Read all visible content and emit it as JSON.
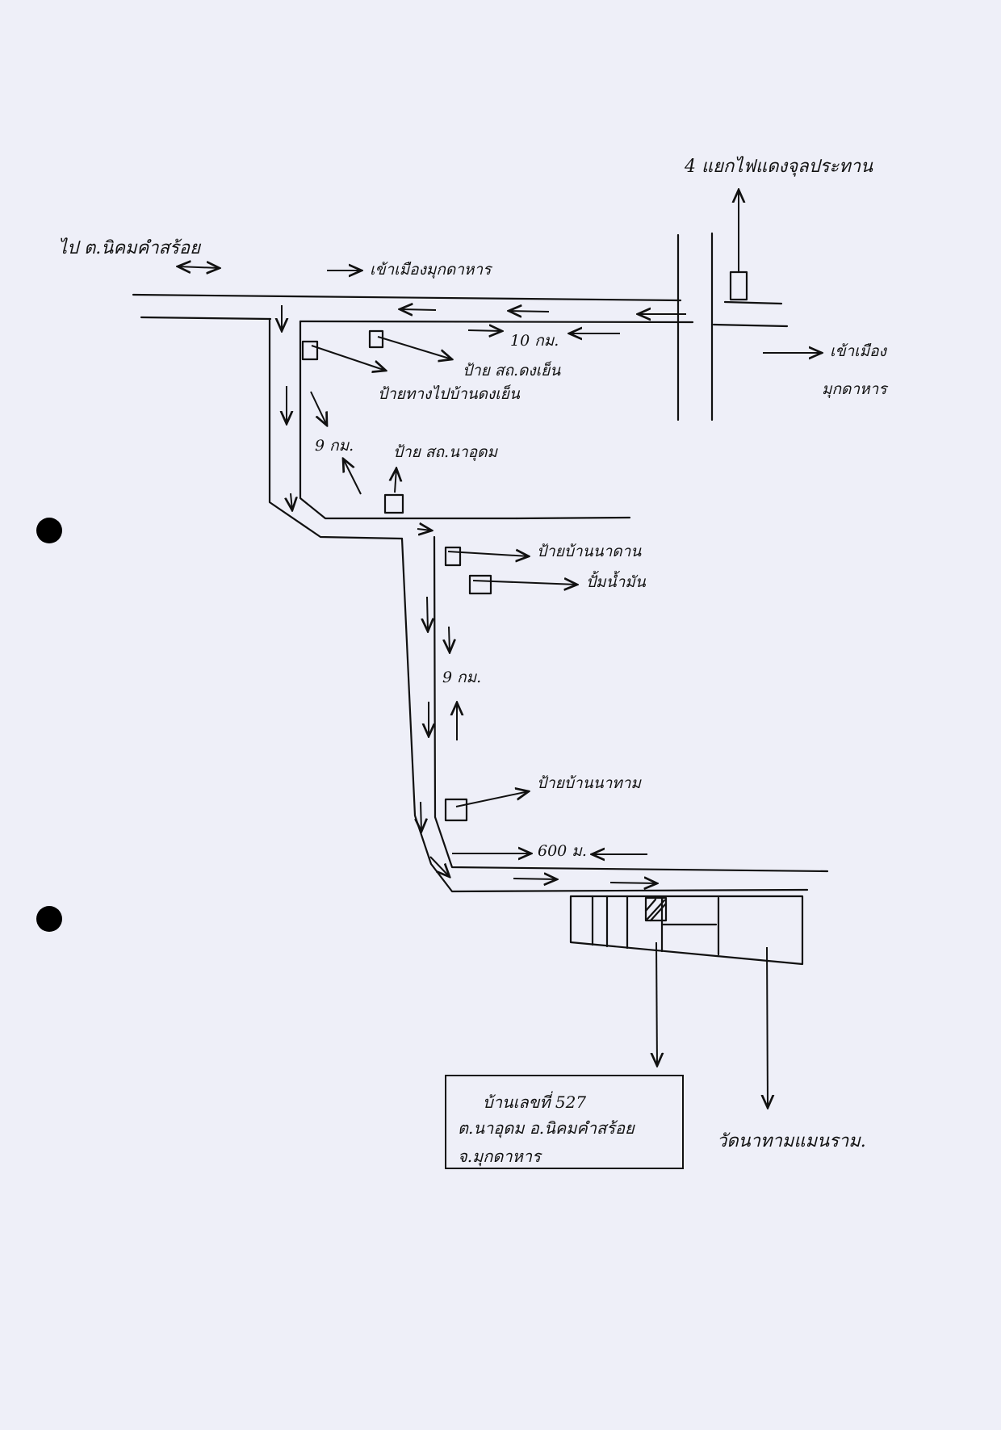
{
  "labels": {
    "top_right_junction": "4 แยกไฟแดงจุลประทาน",
    "to_tambon_nikhom": "ไป ต.นิคมคำสร้อย",
    "to_city_top": "เข้าเมืองมุกดาหาร",
    "to_city_right_1": "เข้าเมือง",
    "to_city_right_2": "มุกดาหาร",
    "dist_10km": "10 กม.",
    "sign_hospital_1": "ป้าย สถ.ดงเย็น",
    "sign_hospital_2": "ป้ายทางไปบ้านดงเย็น",
    "dist_9km_1": "9 กม.",
    "sign_naudom": "ป้าย สถ.นาอุดม",
    "sign_village_1": "ป้ายบ้านนาดาน",
    "sign_gas": "ปั้มน้ำมัน",
    "dist_9km_2": "9 กม.",
    "sign_village_2": "ป้ายบ้านนาทาม",
    "dist_600m": "600 ม.",
    "bottom_right": "วัดนาทามแมนราม."
  },
  "destination": {
    "line1": "บ้านเลขที่ 527",
    "line2": "ต.นาอุดม อ.นิคมคำสร้อย",
    "line3": "จ.มุกดาหาร"
  },
  "colors": {
    "ink": "#111111",
    "paper": "#eeeff8"
  }
}
